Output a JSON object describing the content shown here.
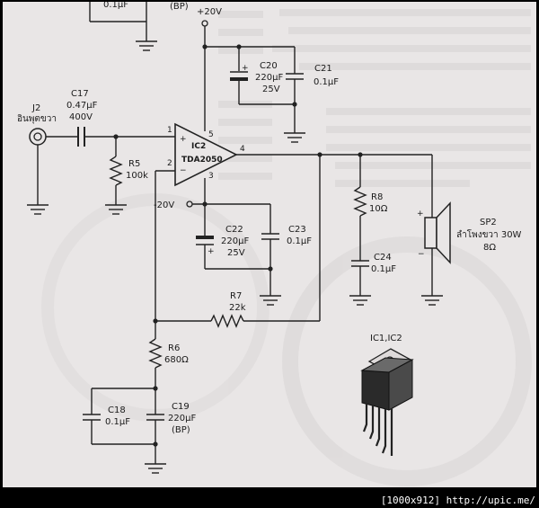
{
  "rails": {
    "positive": "+20V",
    "negative": "-20V"
  },
  "components": {
    "j2": {
      "ref": "J2",
      "name": "อินพุตขวา"
    },
    "c17": {
      "ref": "C17",
      "value": "0.47µF",
      "rating": "400V"
    },
    "r5": {
      "ref": "R5",
      "value": "100k"
    },
    "ic2": {
      "ref": "IC2",
      "part": "TDA2050",
      "pin_in_pos": "1",
      "pin_in_neg": "2",
      "pin_in_pos_sign": "+",
      "pin_in_neg_sign": "−",
      "pin_out": "4",
      "pin_vpos": "5",
      "pin_vneg": "3"
    },
    "c20": {
      "ref": "C20",
      "value": "220µF",
      "rating": "25V"
    },
    "c21": {
      "ref": "C21",
      "value": "0.1µF"
    },
    "c22": {
      "ref": "C22",
      "value": "220µF",
      "rating": "25V"
    },
    "c23": {
      "ref": "C23",
      "value": "0.1µF"
    },
    "r8": {
      "ref": "R8",
      "value": "10Ω"
    },
    "c24": {
      "ref": "C24",
      "value": "0.1µF"
    },
    "sp2": {
      "ref": "SP2",
      "name": "ลำโพงขวา 30W",
      "impedance": "8Ω"
    },
    "r7": {
      "ref": "R7",
      "value": "22k"
    },
    "r6": {
      "ref": "R6",
      "value": "680Ω"
    },
    "c18": {
      "ref": "C18",
      "value": "0.1µF"
    },
    "c19": {
      "ref": "C19",
      "value": "220µF",
      "note": "(BP)"
    },
    "top_partial": {
      "value": "0.1µF",
      "note": "(BP)"
    },
    "package": {
      "label": "IC1,IC2"
    }
  },
  "footer": "[1000x912] http://upic.me/",
  "colors": {
    "ink": "#222222",
    "paper": "#e9e6e6",
    "frame": "#000000"
  }
}
